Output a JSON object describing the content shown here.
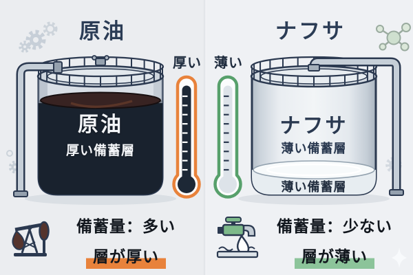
{
  "panels": {
    "left": {
      "title": "原油",
      "gauge_label": "厚い",
      "tank_label": "原油",
      "tank_sublabel": "厚い備蓄層",
      "caption_amount": "備蓄量：多い",
      "caption_layer": "層が厚い"
    },
    "right": {
      "title": "ナフサ",
      "gauge_label": "薄い",
      "tank_label": "ナフサ",
      "tank_sublabel": "薄い備蓄層",
      "tank_layer_label": "薄い備蓄層",
      "caption_amount": "備蓄量：少ない",
      "caption_layer": "層が薄い"
    }
  },
  "icons": {
    "left_caption": "oil-pumpjack-icon",
    "right_caption": "water-faucet-icon",
    "left_gauge": "thermometer-full-icon",
    "right_gauge": "thermometer-empty-icon",
    "top_left": "gears-icon",
    "top_right": "molecule-icon",
    "bottom_right": "sparkle-icon"
  },
  "colors": {
    "background": "#eef0f3",
    "ink_outline": "#2b3950",
    "crude_oil_fill": "#19222e",
    "oil_surface": "#382322",
    "tank_metal": "#d9dfe6",
    "orange_accent": "#e8823b",
    "green_accent": "#57a06b",
    "orange_highlight": "#e8823b",
    "green_highlight": "#8cc49a"
  }
}
